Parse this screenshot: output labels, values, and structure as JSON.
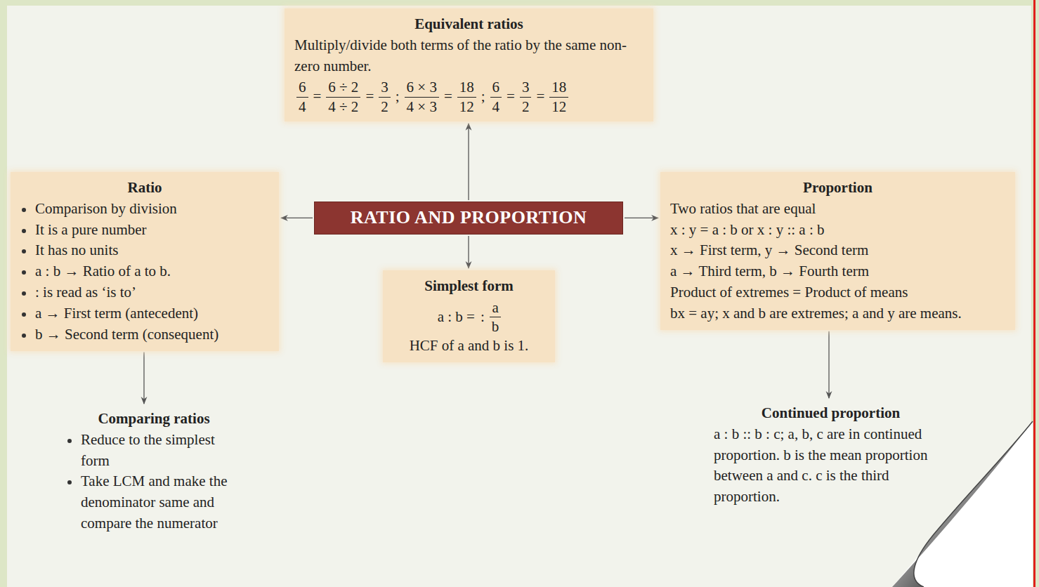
{
  "diagram": {
    "nodes": [
      {
        "text": [
          "Equivalent ratios",
          "Multiply/divide both terms of the ratio by the same non-zero number.",
          "6",
          "4",
          "=",
          "6 ÷ 2",
          "4 ÷ 2",
          "=",
          "3",
          "2",
          ";",
          "6 × 3",
          "4 × 3",
          "=",
          "18",
          "12",
          ";",
          "6",
          "4",
          "=",
          "3",
          "2",
          "=",
          "18",
          "12"
        ]
      },
      {
        "text": [
          "Ratio",
          "Comparison by division",
          "It is a pure number",
          "It has no units",
          "a : b → Ratio of a to b.",
          ": is read as ‘is to’",
          "a → First term (antecedent)",
          "b → Second term (consequent)"
        ]
      },
      {
        "text": [
          "RATIO AND PROPORTION"
        ]
      },
      {
        "text": [
          "Proportion",
          "Two ratios that are equal",
          "x : y = a : b or x : y :: a : b",
          "x → First term, y → Second term",
          "a → Third term, b → Fourth term",
          "Product of extremes = Product of means",
          "bx = ay; x and b are extremes; a and y are means."
        ]
      },
      {
        "text": [
          "Simplest form",
          "a : b =",
          ":",
          "a",
          "b",
          "HCF of a and b is 1."
        ]
      },
      {
        "text": [
          "Comparing ratios",
          "Reduce to the simplest form",
          "Take LCM and make the denominator same and compare the numerator"
        ]
      },
      {
        "text": [
          "Continued proportion",
          "a : b :: b : c; a, b, c are in continued proportion. b is the mean proportion between a and c. c is the third proportion."
        ]
      }
    ],
    "edges": [
      {
        "from": 2,
        "to": 0,
        "arrow": "to"
      },
      {
        "from": 2,
        "to": 1,
        "arrow": "to"
      },
      {
        "from": 2,
        "to": 3,
        "arrow": "to"
      },
      {
        "from": 2,
        "to": 4,
        "arrow": "to"
      },
      {
        "from": 1,
        "to": 5,
        "arrow": "to"
      },
      {
        "from": 3,
        "to": 6,
        "arrow": "to"
      }
    ]
  }
}
